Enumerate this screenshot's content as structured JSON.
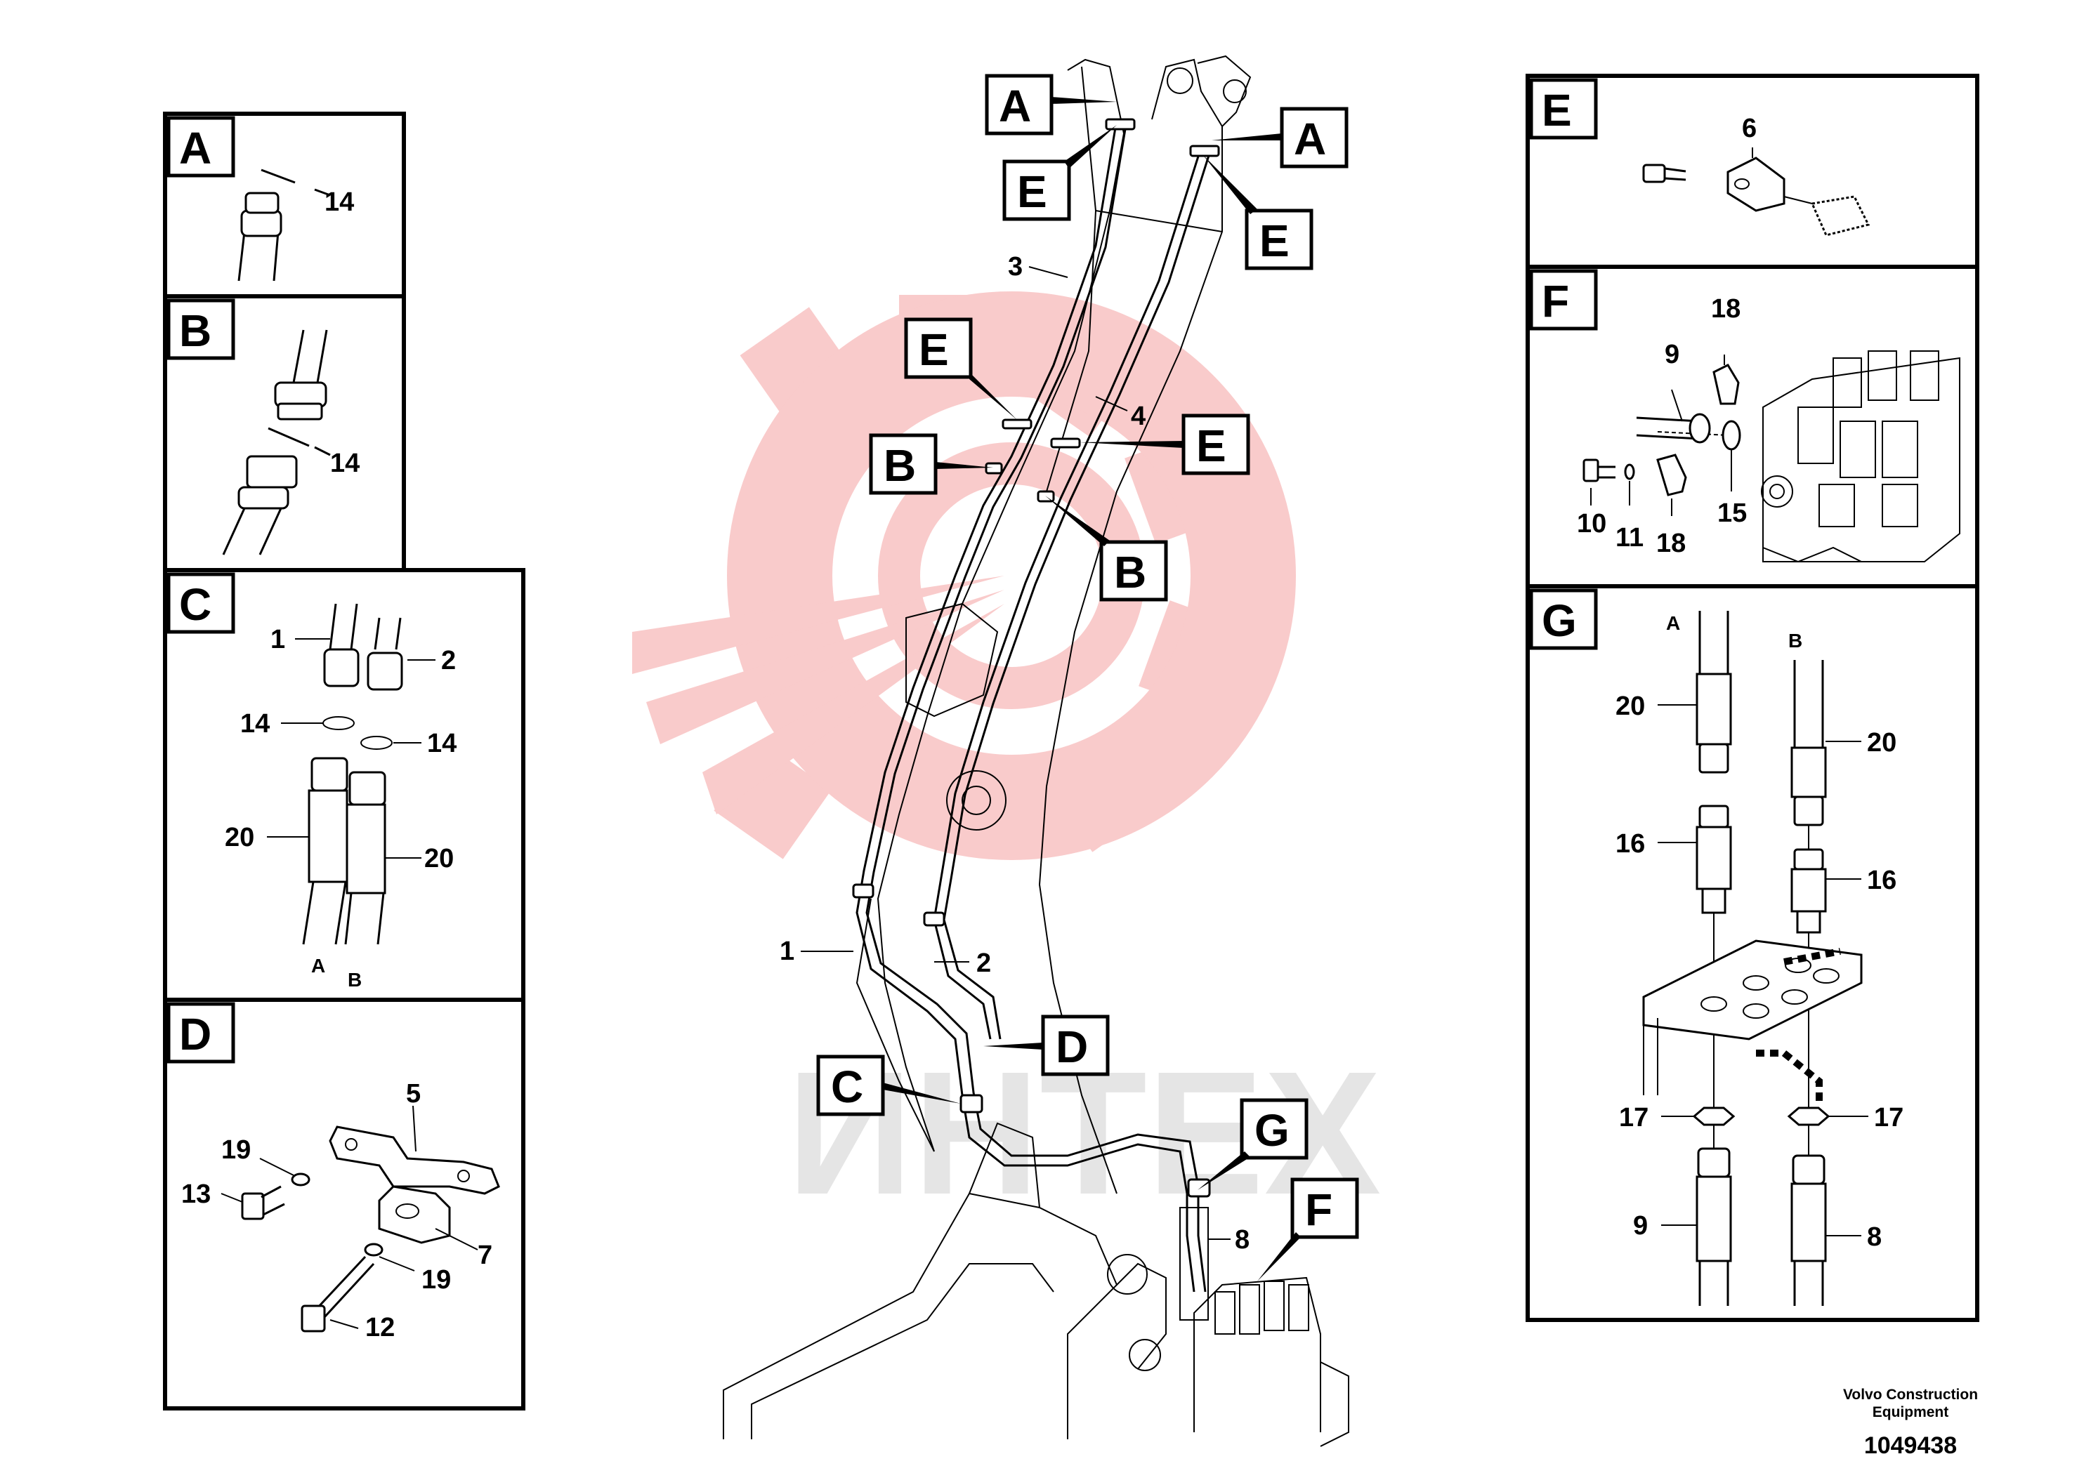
{
  "footer": {
    "company_line1": "Volvo Construction",
    "company_line2": "Equipment",
    "drawing_number": "1049438"
  },
  "panels": {
    "A": {
      "letter": "A",
      "callouts": [
        "14"
      ]
    },
    "B": {
      "letter": "B",
      "callouts": [
        "14"
      ]
    },
    "C": {
      "letter": "C",
      "callouts": [
        "1",
        "2",
        "14",
        "14",
        "20",
        "20"
      ],
      "ends": [
        "A",
        "B"
      ]
    },
    "D": {
      "letter": "D",
      "callouts": [
        "5",
        "19",
        "13",
        "7",
        "19",
        "12"
      ]
    },
    "E": {
      "letter": "E",
      "callouts": [
        "6"
      ]
    },
    "F": {
      "letter": "F",
      "callouts": [
        "18",
        "9",
        "10",
        "11",
        "18",
        "15"
      ]
    },
    "G": {
      "letter": "G",
      "callouts": [
        "20",
        "20",
        "16",
        "16",
        "17",
        "17",
        "9",
        "8"
      ],
      "ends": [
        "A",
        "B"
      ]
    }
  },
  "main": {
    "tags": [
      "A",
      "A",
      "E",
      "E",
      "E",
      "E",
      "B",
      "B",
      "C",
      "D",
      "G",
      "F"
    ],
    "callouts": [
      "3",
      "4",
      "1",
      "2",
      "8"
    ]
  },
  "watermark": {
    "text": "ИНТЕХ",
    "color": "#f3a0a0"
  }
}
